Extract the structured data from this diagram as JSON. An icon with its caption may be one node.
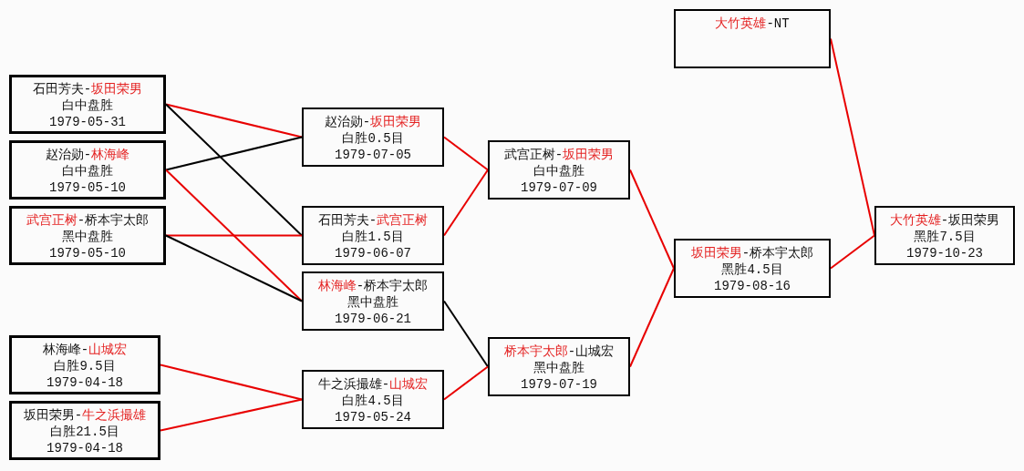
{
  "diagram": {
    "nodes": [
      {
        "text": [
          "石田芳夫-**坂田荣男**",
          "白中盘胜",
          "1979-05-31"
        ]
      },
      {
        "text": [
          "赵治勋-**林海峰**",
          "白中盘胜",
          "1979-05-10"
        ]
      },
      {
        "text": [
          "**武宫正树**-桥本宇太郎",
          "黑中盘胜",
          "1979-05-10"
        ]
      },
      {
        "text": [
          "林海峰-**山城宏**",
          "白胜9.5目",
          "1979-04-18"
        ]
      },
      {
        "text": [
          "坂田荣男-**牛之浜撮雄**",
          "白胜21.5目",
          "1979-04-18"
        ]
      },
      {
        "text": [
          "赵治勋-**坂田荣男**",
          "白胜0.5目",
          "1979-07-05"
        ]
      },
      {
        "text": [
          "石田芳夫-**武宫正树**",
          "白胜1.5目",
          "1979-06-07"
        ]
      },
      {
        "text": [
          "**林海峰**-桥本宇太郎",
          "黑中盘胜",
          "1979-06-21"
        ]
      },
      {
        "text": [
          "牛之浜撮雄-**山城宏**",
          "白胜4.5目",
          "1979-05-24"
        ]
      },
      {
        "text": [
          "武宫正树-**坂田荣男**",
          "白中盘胜",
          "1979-07-09"
        ]
      },
      {
        "text": [
          "**桥本宇太郎**-山城宏",
          "黑中盘胜",
          "1979-07-19"
        ]
      },
      {
        "text": [
          "**大竹英雄**-NT"
        ]
      },
      {
        "text": [
          "**坂田荣男**-桥本宇太郎",
          "黑胜4.5目",
          "1979-08-16"
        ]
      },
      {
        "text": [
          "**大竹英雄**-坂田荣男",
          "黑胜7.5目",
          "1979-10-23"
        ]
      }
    ],
    "edges": [
      {
        "from": 0,
        "to": 5,
        "arrow": "none"
      },
      {
        "from": 0,
        "to": 6,
        "arrow": "none",
        "color": "#000000"
      },
      {
        "from": 1,
        "to": 5,
        "arrow": "none",
        "color": "#000000"
      },
      {
        "from": 1,
        "to": 7,
        "arrow": "none"
      },
      {
        "from": 2,
        "to": 6,
        "arrow": "none"
      },
      {
        "from": 2,
        "to": 7,
        "arrow": "none",
        "color": "#000000"
      },
      {
        "from": 3,
        "to": 8,
        "arrow": "none"
      },
      {
        "from": 4,
        "to": 8,
        "arrow": "none"
      },
      {
        "from": 5,
        "to": 9,
        "arrow": "none"
      },
      {
        "from": 6,
        "to": 9,
        "arrow": "none"
      },
      {
        "from": 7,
        "to": 10,
        "arrow": "none",
        "color": "#000000"
      },
      {
        "from": 8,
        "to": 10,
        "arrow": "none"
      },
      {
        "from": 9,
        "to": 12,
        "arrow": "none"
      },
      {
        "from": 10,
        "to": 12,
        "arrow": "none"
      },
      {
        "from": 11,
        "to": 13,
        "arrow": "none"
      },
      {
        "from": 12,
        "to": 13,
        "arrow": "none"
      }
    ]
  }
}
